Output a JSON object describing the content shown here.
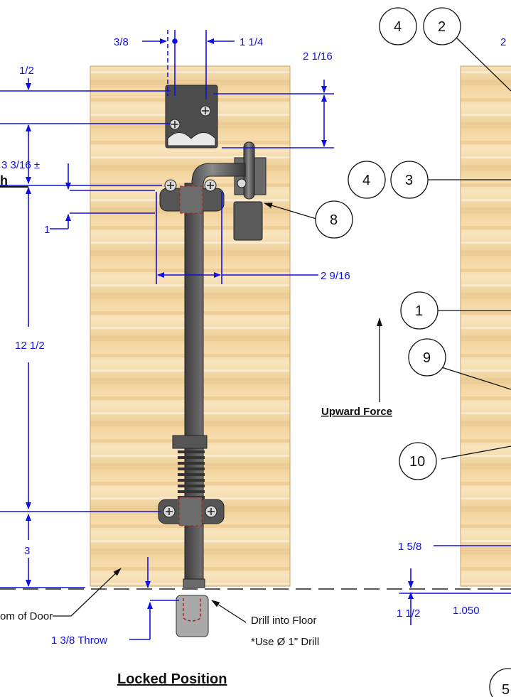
{
  "dimensions": {
    "d_3_8": "3/8",
    "d_1_1_4": "1 1/4",
    "d_1_2": "1/2",
    "d_2_1_16": "2 1/16",
    "d_3_3_16": "3 3/16 ±",
    "d_1": "1",
    "d_2_9_16": "2 9/16",
    "d_12_1_2": "12 1/2",
    "d_3": "3",
    "d_1_3_8_throw": "1 3/8 Throw",
    "d_1_5_8": "1 5/8",
    "d_1_1_2": "1 1/2",
    "d_1_050": "1.050",
    "d_top_right": "2"
  },
  "labels": {
    "bottom_of_door": "om of Door",
    "drill_into_floor": "Drill into Floor",
    "use_drill": "*Use Ø 1\" Drill",
    "locked_position": "Locked Position",
    "upward_force": "Upward Force",
    "left_edge_h": "h"
  },
  "callouts": {
    "b4a": "4",
    "b2": "2",
    "b4b": "4",
    "b3": "3",
    "b8": "8",
    "b1": "1",
    "b9": "9",
    "b10": "10",
    "b5": "5"
  },
  "colors": {
    "dimension": "#1010e0",
    "wood_light": "#f6dcae",
    "wood_dark": "#e9c48a",
    "metal": "#5b5b5b",
    "metal_dark": "#3a3a3a",
    "hidden_line": "#c01818"
  }
}
